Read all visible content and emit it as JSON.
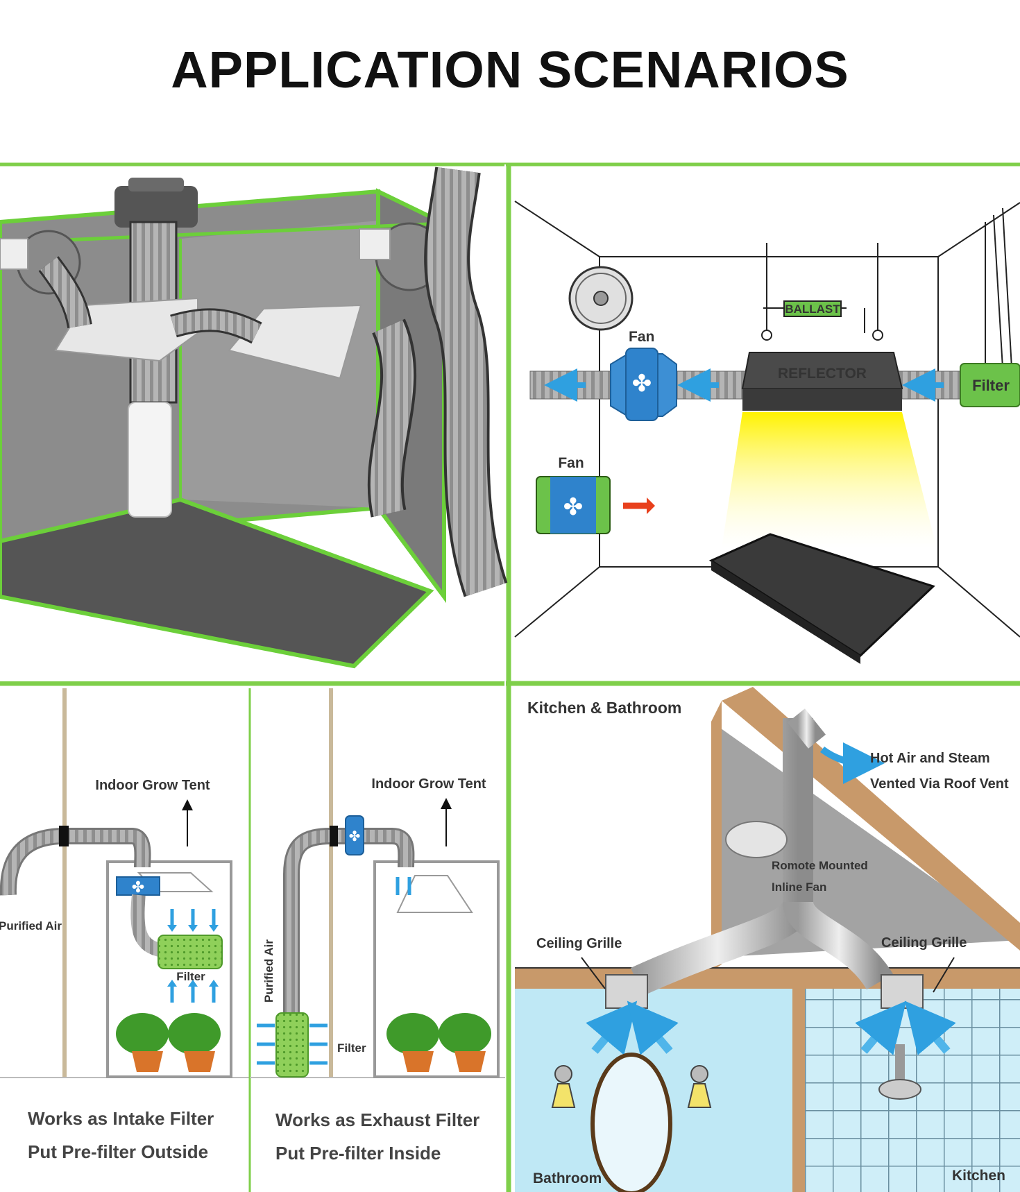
{
  "title": "APPLICATION SCENARIOS",
  "colors": {
    "border_green": "#7fcf4a",
    "tent_gray": "#8a8a8a",
    "fan_blue": "#2f8fd6",
    "filter_green": "#6cc24a",
    "light_yellow": "#fff200",
    "arrow_red": "#e8401c",
    "wood": "#c8996a",
    "sky_blue": "#bfe8f5"
  },
  "panel_grow_room": {
    "fan_top_label": "Fan",
    "ballast_label": "BALLAST",
    "reflector_label": "REFLECTOR",
    "filter_label": "Filter",
    "fan_left_label": "Fan"
  },
  "panel_intake": {
    "tent_label": "Indoor Grow Tent",
    "air_label": "Purified Air",
    "filter_label": "Filter",
    "caption_line1": "Works as Intake Filter",
    "caption_line2": "Put Pre-filter Outside"
  },
  "panel_exhaust": {
    "tent_label": "Indoor Grow Tent",
    "air_label": "Purified Air",
    "filter_label": "Filter",
    "caption_line1": "Works as Exhaust Filter",
    "caption_line2": "Put Pre-filter Inside"
  },
  "panel_kitchen": {
    "heading": "Kitchen & Bathroom",
    "vent_line1": "Hot Air and Steam",
    "vent_line2": "Vented Via Roof Vent",
    "fan_line1": "Romote Mounted",
    "fan_line2": "Inline Fan",
    "grille_left": "Ceiling Grille",
    "grille_right": "Ceiling Grille",
    "room_left": "Bathroom",
    "room_right": "Kitchen"
  }
}
